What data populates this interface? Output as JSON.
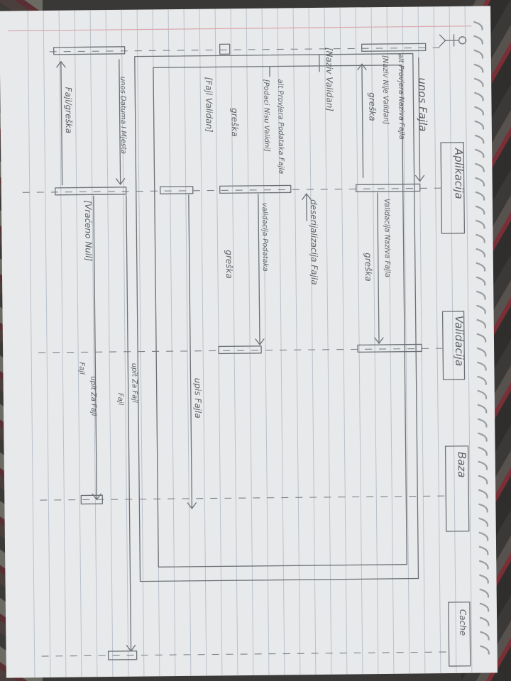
{
  "lifelines": {
    "aplikacija": "Aplikacija",
    "validacija": "Validacija",
    "baza": "Baza",
    "cache": "Cache"
  },
  "messages": {
    "unos_fajla": "unos Fajla",
    "alt_provjera_naziva": "alt Provjera Naziva Fajla",
    "naziv_nije_validan": "[Naziv Nije Validan]",
    "greska_1": "greška",
    "naziv_validan": "[Naziv Validan]",
    "alt_provjera_podataka": "alt Provjera Podataka Fajla",
    "podaci_nisu_validni": "[Podaci Nisu Validni]",
    "greska_2": "greška",
    "fajl_validan": "[Fajl Validan]",
    "unos_datuma": "unos Datuma I Mjesta",
    "fajl_greska": "Fajl/greška",
    "vraceno_null": "[Vraćeno Null]",
    "validacija_naziva": "Validacija Naziva Fajla",
    "greska_3": "greška",
    "deserijalizacija": "deserijalizacija Fajla",
    "validacija_podataka": "validacija Podataka",
    "greska_4": "greška",
    "upis_fajla": "upis Fajla",
    "upit_za_fajl_1": "upit Za Fajl",
    "fajl_1": "Fajl",
    "upit_za_fajl_2": "upit Za Fajl",
    "fajl_2": "Fajl"
  }
}
